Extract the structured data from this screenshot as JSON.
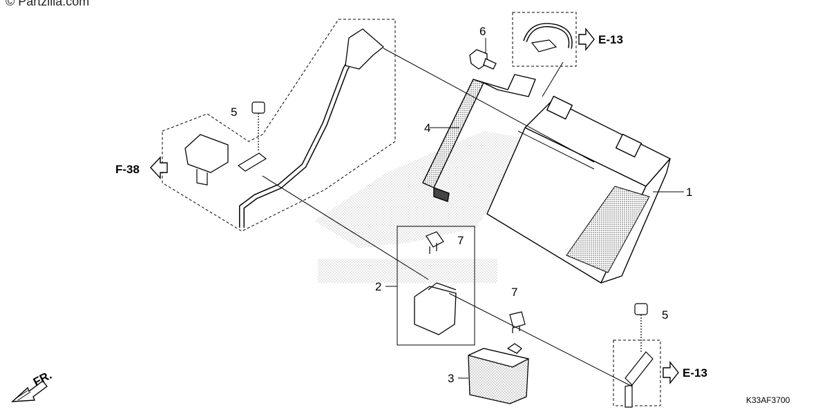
{
  "watermark": "© Partzilla.com",
  "diagram_code": "K33AF3700",
  "front_label": "FR.",
  "part_callouts": [
    "1",
    "2",
    "3",
    "4",
    "5",
    "5",
    "6",
    "7",
    "7"
  ],
  "reference_labels": [
    "E-13",
    "E-13",
    "F-38"
  ],
  "colors": {
    "line": "#000000",
    "shade": "#8a8a8a"
  }
}
